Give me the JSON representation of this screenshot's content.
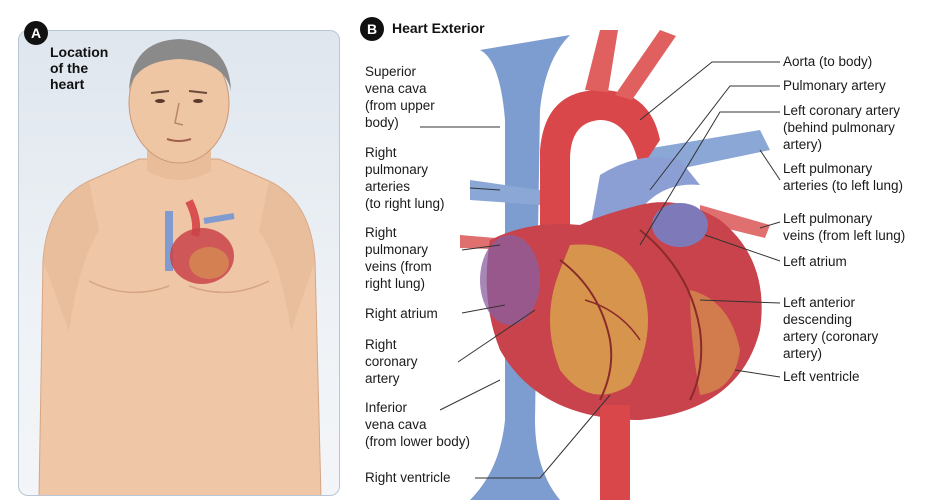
{
  "panel_a": {
    "badge": "A",
    "title": "Location\nof the\nheart"
  },
  "panel_b": {
    "badge": "B",
    "title": "Heart Exterior"
  },
  "labels_left": {
    "svc": "Superior\nvena cava\n(from upper\nbody)",
    "rpa": "Right\npulmonary\narteries\n(to right lung)",
    "rpv": "Right\npulmonary\nveins (from\nright lung)",
    "ra": "Right atrium",
    "rca": "Right\ncoronary\nartery",
    "ivc": "Inferior\nvena cava\n(from lower body)",
    "rv": "Right ventricle"
  },
  "labels_right": {
    "aorta": "Aorta (to body)",
    "pa": "Pulmonary artery",
    "lca": "Left coronary artery\n(behind pulmonary\nartery)",
    "lpa": "Left pulmonary\narteries (to left lung)",
    "lpv": "Left pulmonary\nveins (from left lung)",
    "la": "Left atrium",
    "lad": "Left anterior\ndescending\nartery (coronary\nartery)",
    "lv": "Left ventricle"
  },
  "colors": {
    "vein_blue": "#6f8fc6",
    "artery_red": "#d84b4b",
    "heart_red": "#c9434a",
    "fat_yellow": "#d9a24e",
    "skin": "#f0c9a8"
  }
}
